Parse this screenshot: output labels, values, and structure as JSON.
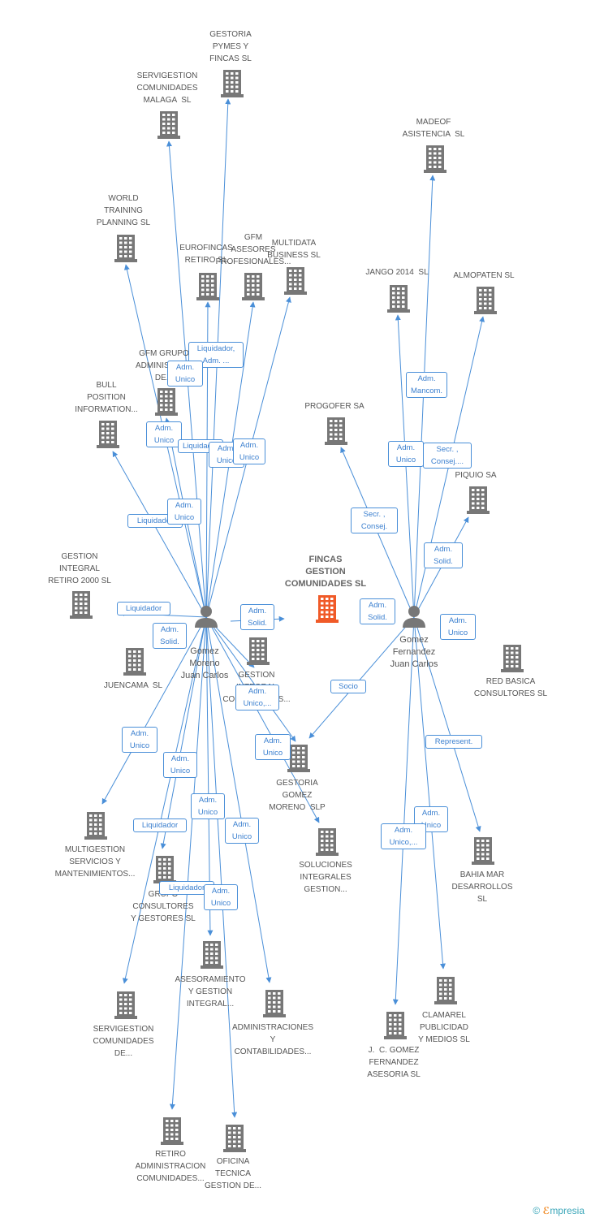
{
  "center": {
    "label": "FINCAS\nGESTION\nCOMUNIDADES SL"
  },
  "persons": [
    {
      "id": "p1",
      "label": "Gomez\nMoreno\nJuan Carlos"
    },
    {
      "id": "p2",
      "label": "Gomez\nFernandez\nJuan Carlos"
    }
  ],
  "companies": [
    {
      "id": "c1",
      "label": "GESTORIA\nPYMES Y\nFINCAS SL"
    },
    {
      "id": "c2",
      "label": "SERVIGESTION\nCOMUNIDADES\nMALAGA  SL"
    },
    {
      "id": "c3",
      "label": "MADEOF\nASISTENCIA  SL"
    },
    {
      "id": "c4",
      "label": "WORLD\nTRAINING\nPLANNING SL"
    },
    {
      "id": "c5",
      "label": "EUROFINCAS\nRETIRO SL"
    },
    {
      "id": "c6",
      "label": "GFM\nASESORES\nPROFESIONALES..."
    },
    {
      "id": "c7",
      "label": "MULTIDATA\nBUSINESS SL"
    },
    {
      "id": "c8",
      "label": "JANGO 2014  SL"
    },
    {
      "id": "c9",
      "label": "ALMOPATEN SL"
    },
    {
      "id": "c10",
      "label": "GFM GRUPO\nADMINISTRA...\nDE..."
    },
    {
      "id": "c11",
      "label": "BULL\nPOSITION\nINFORMATION..."
    },
    {
      "id": "c12",
      "label": "PROGOFER SA"
    },
    {
      "id": "c13",
      "label": "PIQUIO SA"
    },
    {
      "id": "c14",
      "label": "GESTION\nINTEGRAL\nRETIRO 2000 SL"
    },
    {
      "id": "c15",
      "label": "JUENCAMA  SL"
    },
    {
      "id": "c16",
      "label": "GESTION\nINTEGRAL\nCOMUNIDADES..."
    },
    {
      "id": "c17",
      "label": "RED BASICA\nCONSULTORES SL"
    },
    {
      "id": "c18",
      "label": "GESTORIA\nGOMEZ\nMORENO  SLP"
    },
    {
      "id": "c19",
      "label": "MULTIGESTION\nSERVICIOS Y\nMANTENIMIENTOS..."
    },
    {
      "id": "c20",
      "label": "SOLUCIONES\nINTEGRALES\nGESTION..."
    },
    {
      "id": "c21",
      "label": "GRUPO\nCONSULTORES\nY GESTORES SL"
    },
    {
      "id": "c22",
      "label": "BAHIA MAR\nDESARROLLOS\nSL"
    },
    {
      "id": "c23",
      "label": "ASESORAMIENTO\nY GESTION\nINTEGRAL..."
    },
    {
      "id": "c24",
      "label": "ADMINISTRACIONES\nY\nCONTABILIDADES..."
    },
    {
      "id": "c25",
      "label": "SERVIGESTION\nCOMUNIDADES\nDE..."
    },
    {
      "id": "c26",
      "label": "CLAMAREL\nPUBLICIDAD\nY MEDIOS SL"
    },
    {
      "id": "c27",
      "label": "J.  C. GOMEZ\nFERNANDEZ\nASESORIA SL"
    },
    {
      "id": "c28",
      "label": "RETIRO\nADMINISTRACION\nCOMUNIDADES..."
    },
    {
      "id": "c29",
      "label": "OFICINA\nTECNICA\nGESTION DE..."
    }
  ],
  "relations": [
    {
      "id": "r1",
      "label": "Liquidador,\nAdm. ..."
    },
    {
      "id": "r2",
      "label": "Adm.\nUnico"
    },
    {
      "id": "r3",
      "label": "Adm.\nUnico"
    },
    {
      "id": "r4",
      "label": "Liquidador"
    },
    {
      "id": "r5",
      "label": "Adm.\nUnico"
    },
    {
      "id": "r6",
      "label": "Adm.\nUnico"
    },
    {
      "id": "r7",
      "label": "Liquidador"
    },
    {
      "id": "r8",
      "label": "Adm.\nUnico"
    },
    {
      "id": "r9",
      "label": "Liquidador"
    },
    {
      "id": "r10",
      "label": "Adm.\nSolid."
    },
    {
      "id": "r11",
      "label": "Adm.\nSolid."
    },
    {
      "id": "r12",
      "label": "Adm.\nUnico,..."
    },
    {
      "id": "r13",
      "label": "Adm.\nUnico"
    },
    {
      "id": "r14",
      "label": "Adm.\nUnico"
    },
    {
      "id": "r15",
      "label": "Adm.\nUnico"
    },
    {
      "id": "r16",
      "label": "Liquidador"
    },
    {
      "id": "r17",
      "label": "Adm.\nUnico"
    },
    {
      "id": "r18",
      "label": "Adm.\nUnico"
    },
    {
      "id": "r19",
      "label": "Liquidador"
    },
    {
      "id": "r20",
      "label": "Adm.\nUnico"
    },
    {
      "id": "r21",
      "label": "Adm.\nSolid."
    },
    {
      "id": "r22",
      "label": "Adm.\nUnico"
    },
    {
      "id": "r23",
      "label": "Adm.\nMancom."
    },
    {
      "id": "r24",
      "label": "Secr. ,\nConsej...."
    },
    {
      "id": "r25",
      "label": "Secr. ,\nConsej."
    },
    {
      "id": "r26",
      "label": "Adm.\nSolid."
    },
    {
      "id": "r27",
      "label": "Adm.\nUnico"
    },
    {
      "id": "r28",
      "label": "Socio"
    },
    {
      "id": "r29",
      "label": "Represent."
    },
    {
      "id": "r30",
      "label": "Adm.\nUnico"
    },
    {
      "id": "r31",
      "label": "Adm.\nUnico,..."
    }
  ],
  "footer": {
    "copyright": "©",
    "brand_first": "ℰ",
    "brand_rest": "mpresia"
  },
  "colors": {
    "edge": "#4a8fd8",
    "building": "#777777",
    "center_building": "#f05a28",
    "person": "#777777"
  }
}
